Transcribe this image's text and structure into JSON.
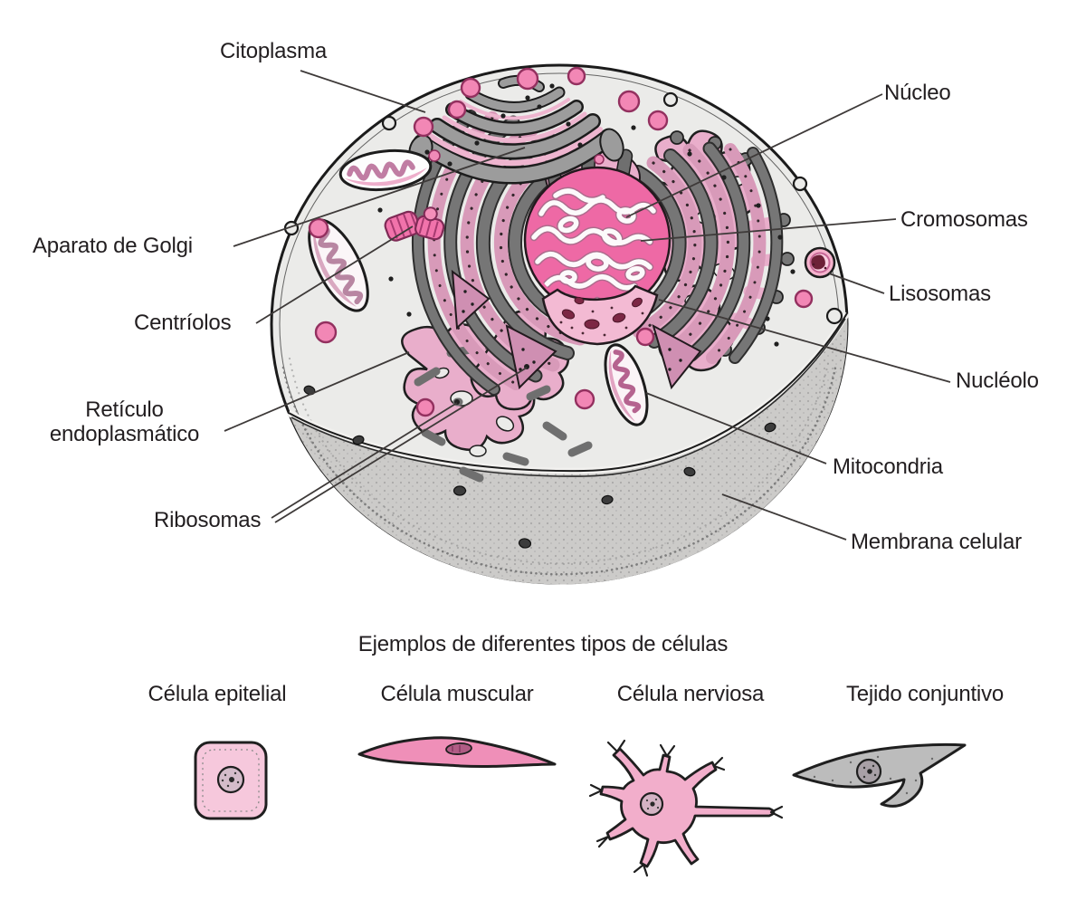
{
  "cell_diagram": {
    "labels": {
      "citoplasma": "Citoplasma",
      "nucleo": "Núcleo",
      "aparato_de_golgi": "Aparato de Golgi",
      "cromosomas": "Cromosomas",
      "centriolos": "Centríolos",
      "lisosomas": "Lisosomas",
      "reticulo_endoplasmatico": "Retículo endoplasmático",
      "nucleolo": "Nucléolo",
      "ribosomas": "Ribosomas",
      "mitocondria": "Mitocondria",
      "membrana_celular": "Membrana celular"
    }
  },
  "examples": {
    "title": "Ejemplos de diferentes tipos de células",
    "items": [
      {
        "label": "Célula epitelial"
      },
      {
        "label": "Célula muscular"
      },
      {
        "label": "Célula nerviosa"
      },
      {
        "label": "Tejido conjuntivo"
      }
    ]
  },
  "colors": {
    "bright_pink": "#f173ab",
    "mid_pink": "#e9aecb",
    "pale_pink": "#f3bad3",
    "band_pink": "#d89ab9",
    "organelle_gray": "#9c9c9c",
    "ring_gray": "#767676",
    "membrane_gray": "#cccbc9",
    "cytoplasm": "#ebebe9",
    "outline": "#1b1b1b",
    "maroon": "#7c2744"
  }
}
